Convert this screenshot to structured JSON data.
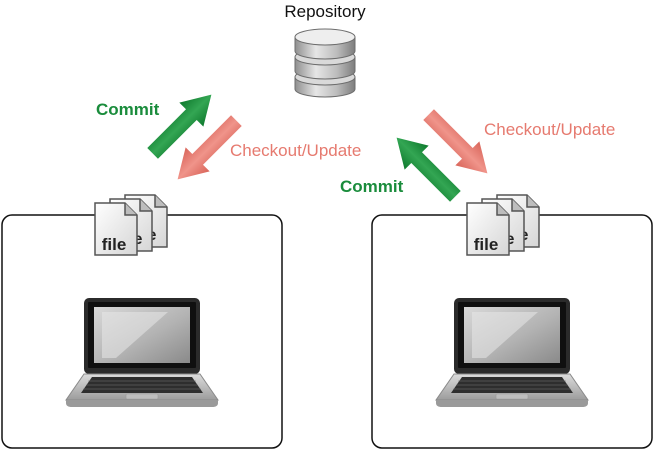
{
  "repository": {
    "label": "Repository",
    "icon": "database-icon"
  },
  "labels": {
    "commit_left": "Commit",
    "checkout_left": "Checkout/Update",
    "checkout_right": "Checkout/Update",
    "commit_right": "Commit"
  },
  "clients": [
    {
      "name": "left-client",
      "icon": "laptop-icon",
      "files_icon": "document-stack-icon",
      "file_label": "file",
      "back_file_label": "e"
    },
    {
      "name": "right-client",
      "icon": "laptop-icon",
      "files_icon": "document-stack-icon",
      "file_label": "file",
      "back_file_label": "e"
    }
  ],
  "colors": {
    "commit": "#1a8c3c",
    "checkout": "#e67a6f",
    "box_border": "#111111"
  }
}
